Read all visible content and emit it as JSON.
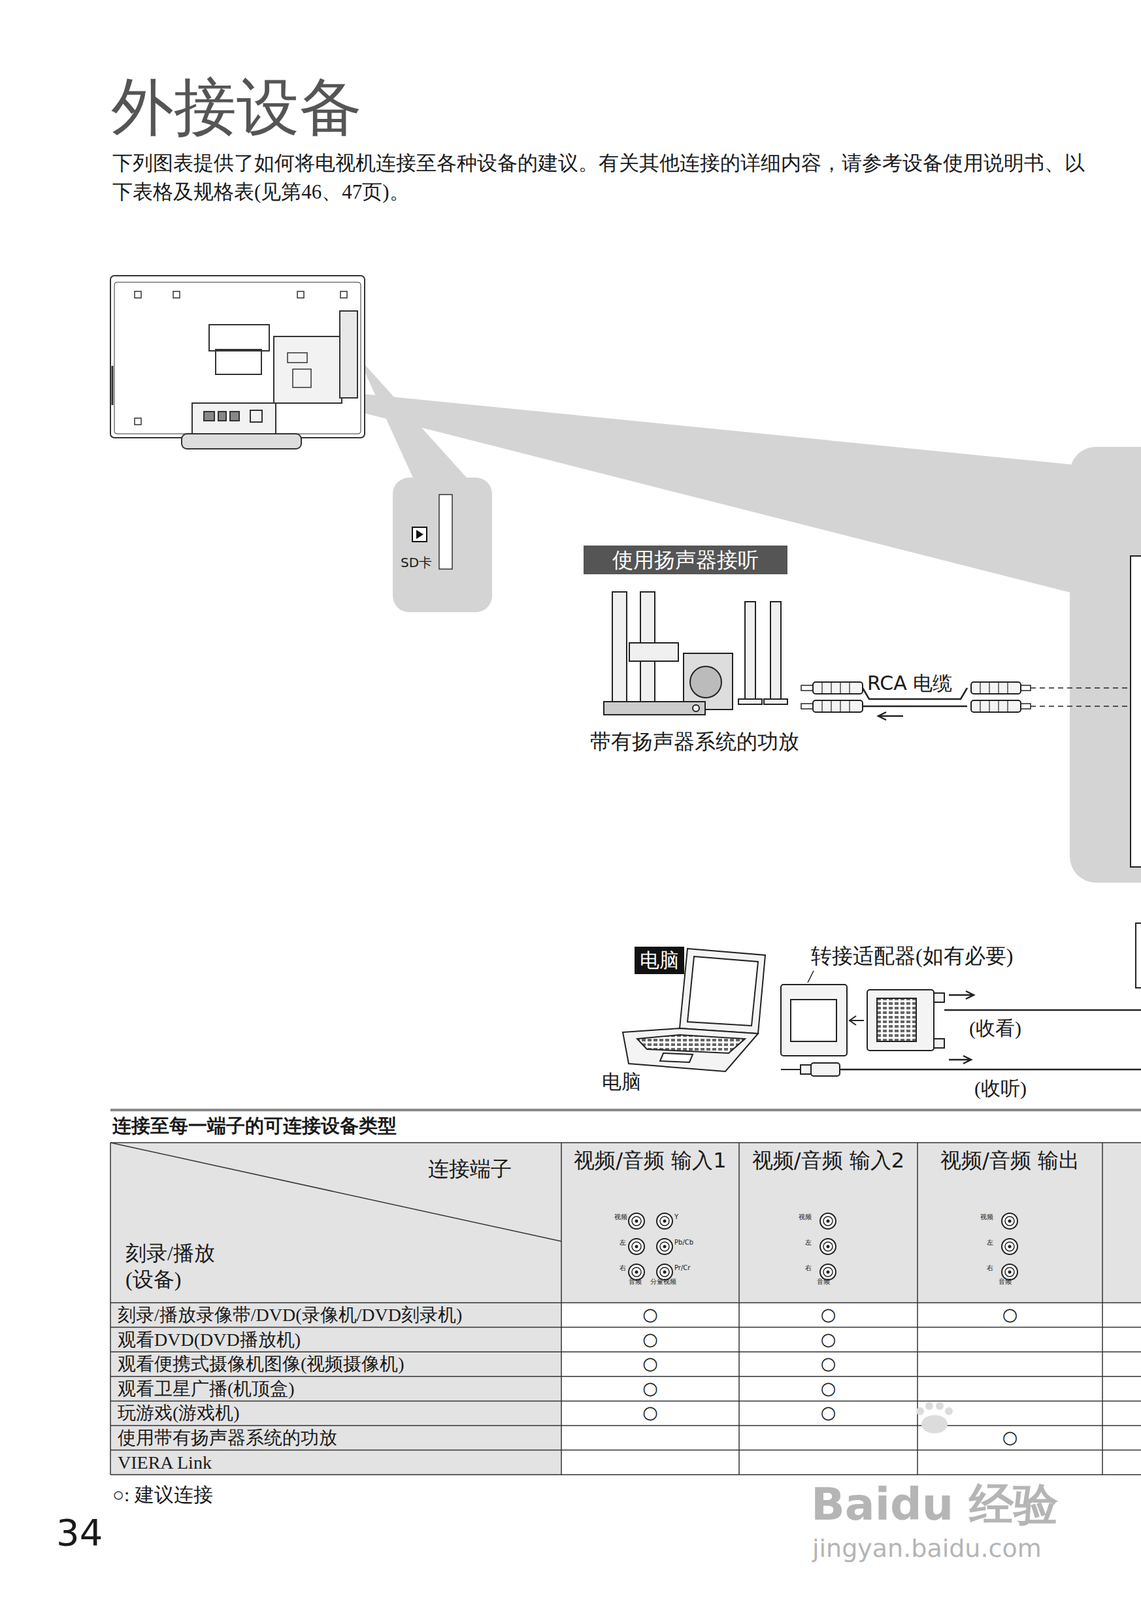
{
  "diagram": {
    "title": "外接设备",
    "nodes": [
      {
        "text": [
          "SD卡"
        ]
      },
      {
        "text": [
          "使用扬声器接听"
        ]
      },
      {
        "text": [
          "电脑"
        ]
      }
    ],
    "labels": [
      "下列图表提供了如何将电视机连接至各种设备的建议。有关其他连接的详细内容，请参考设备使用说明书、以下表格及规格表(见第46、47页)。",
      "RCA 电缆",
      "带有扬声器系统的功放",
      "转接适配器(如有必要)",
      "(收看)",
      "(收听)",
      "电脑",
      "连接至每一端子的可连接设备类型",
      "连接端子",
      "刻录/播放 (设备)",
      "视频/音频 输入1",
      "视频/音频 输入2",
      "视频/音频 输出",
      "视频",
      "Y",
      "左",
      "Pb/Cb",
      "Pr/Cr",
      "右",
      "音频",
      "分量视频",
      "视频",
      "左",
      "右",
      "音频",
      "视频",
      "左",
      "右",
      "音频",
      "刻录/播放录像带/DVD(录像机/DVD刻录机)",
      "观看DVD(DVD播放机)",
      "观看便携式摄像机图像(视频摄像机)",
      "观看卫星广播(机顶盒)",
      "玩游戏(游戏机)",
      "使用带有扬声器系统的功放",
      "VIERA Link",
      "○",
      "○",
      "○",
      "○",
      "○",
      "○",
      "○",
      "○",
      "○",
      "○",
      "○",
      "○",
      "○: 建议连接",
      "34",
      "Baidu 经验",
      "jingyan.baidu.com"
    ]
  }
}
